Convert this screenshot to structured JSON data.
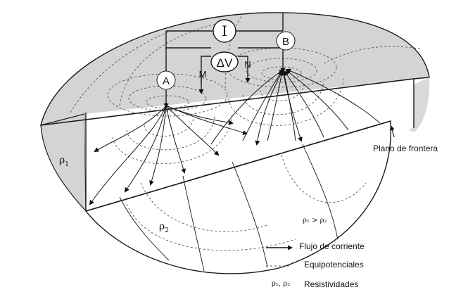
{
  "diagram": {
    "meter_current": "I",
    "meter_voltage": "ΔV",
    "electrode_a": "A",
    "electrode_b": "B",
    "electrode_m": "M",
    "electrode_n": "N",
    "rho_1": "ρ",
    "rho_1_sub": "1",
    "rho_2": "ρ",
    "rho_2_sub": "2",
    "rho_relation": "ρ₁ > ρ₂",
    "boundary_label": "Plano de frontera"
  },
  "legend": {
    "current_flow": "Flujo de corriente",
    "equipotentials": "Equipotenciales",
    "resistivities_symbol": "ρ₁, ρ₂",
    "resistivities": "Resistividades"
  },
  "colors": {
    "shade": "#d4d4d4",
    "line": "#1a1a1a",
    "dash": "#555555"
  }
}
